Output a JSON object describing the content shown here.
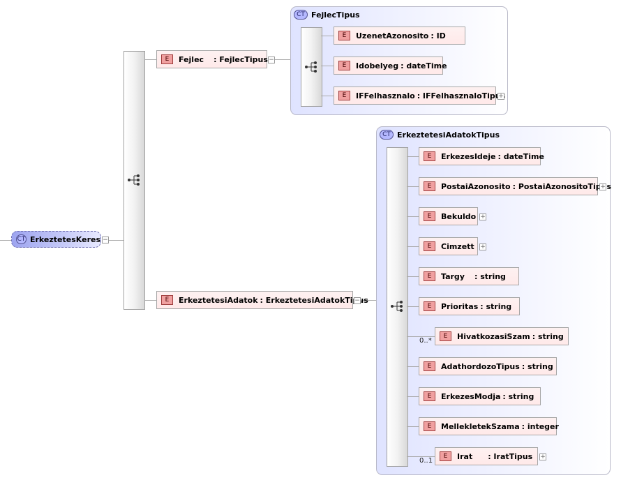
{
  "ct_badge": "CT",
  "e_badge": "E",
  "plus": "+",
  "minus": "−",
  "root": {
    "label": "ErkeztetesKeres"
  },
  "fejlec": {
    "name": "Fejlec",
    "type": ": FejlecTipus"
  },
  "erk_adatok": {
    "name": "ErkeztetesiAdatok",
    "type": ": ErkeztetesiAdatokTipus"
  },
  "fejlec_tipus": {
    "title": "FejlecTipus",
    "elements": [
      {
        "name": "UzenetAzonosito",
        "type": ": ID"
      },
      {
        "name": "Idobelyeg",
        "type": ": dateTime"
      },
      {
        "name": "IFFelhasznalo",
        "type": ": IFFelhasznaloTipus"
      }
    ]
  },
  "erk_tipus": {
    "title": "ErkeztetesiAdatokTipus",
    "elements": [
      {
        "name": "ErkezesIdeje",
        "type": ": dateTime"
      },
      {
        "name": "PostaiAzonosito",
        "type": ": PostaiAzonositoTipus"
      },
      {
        "name": "Bekuldo",
        "type": ""
      },
      {
        "name": "Cimzett",
        "type": ""
      },
      {
        "name": "Targy",
        "type": ": string"
      },
      {
        "name": "Prioritas",
        "type": ": string"
      },
      {
        "name": "HivatkozasiSzam",
        "type": ": string",
        "occurrence": "0..*"
      },
      {
        "name": "AdathordozoTipus",
        "type": ": string"
      },
      {
        "name": "ErkezesModja",
        "type": ": string"
      },
      {
        "name": "MellekletekSzama",
        "type": ": integer"
      },
      {
        "name": "Irat",
        "type": ": IratTipus",
        "occurrence": "0..1"
      }
    ]
  }
}
